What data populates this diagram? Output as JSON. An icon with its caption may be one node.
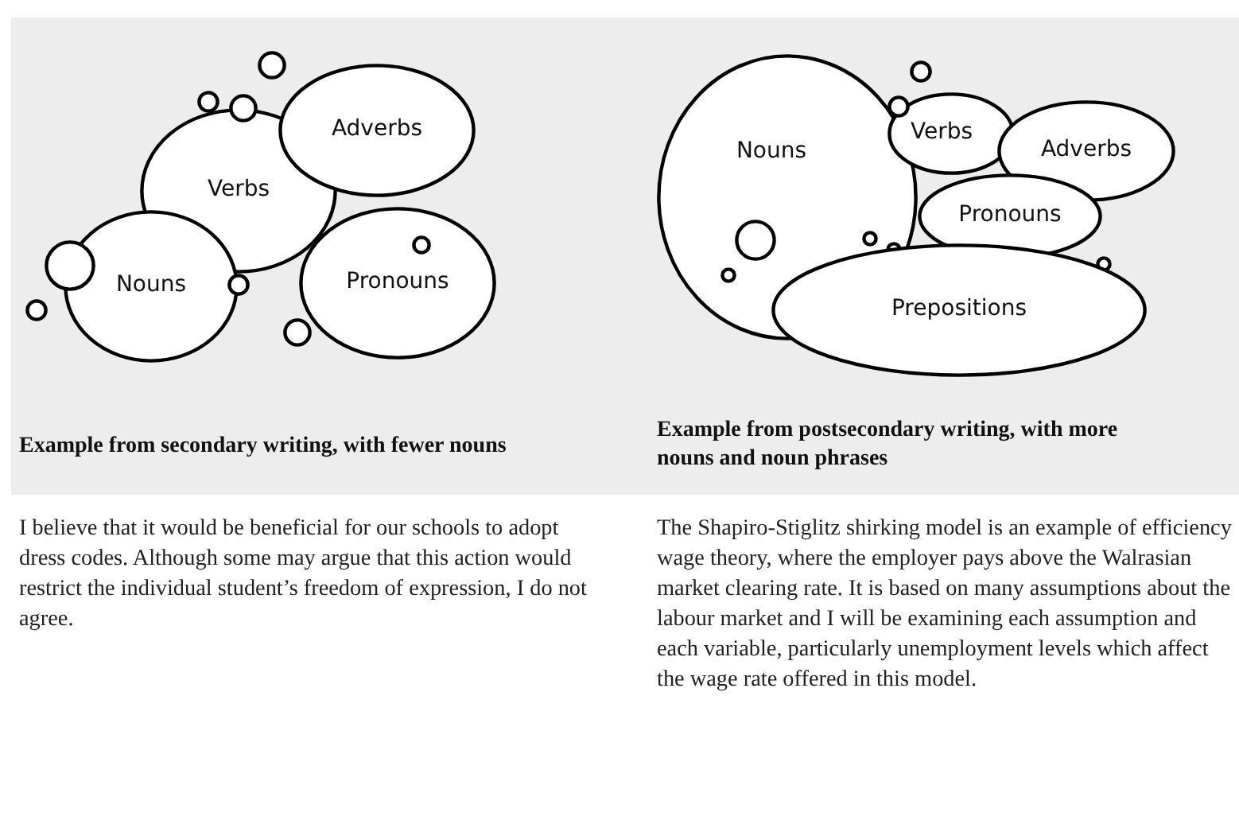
{
  "diagram": {
    "nodes": [
      {
        "text": [
          "Verbs"
        ]
      },
      {
        "text": [
          "Adverbs"
        ]
      },
      {
        "text": [
          "Nouns"
        ]
      },
      {
        "text": [
          "Pronouns"
        ]
      },
      {
        "text": [],
        "shape": "circle"
      },
      {
        "text": [],
        "shape": "circle"
      },
      {
        "text": [],
        "shape": "circle"
      },
      {
        "text": [],
        "shape": "circle",
        "in": 3
      },
      {
        "text": [],
        "shape": "circle"
      },
      {
        "text": [],
        "shape": "circle"
      },
      {
        "text": [],
        "shape": "circle"
      },
      {
        "text": [],
        "shape": "circle"
      },
      {
        "text": [
          "Nouns"
        ]
      },
      {
        "text": [
          "Verbs"
        ]
      },
      {
        "text": [
          "Adverbs"
        ]
      },
      {
        "text": [
          "Pronouns"
        ]
      },
      {
        "text": [
          "Prepositions"
        ]
      },
      {
        "text": [],
        "shape": "circle"
      },
      {
        "text": [],
        "shape": "circle"
      },
      {
        "text": [],
        "shape": "circle",
        "in": 12
      },
      {
        "text": [],
        "shape": "circle",
        "in": 12
      },
      {
        "text": [],
        "shape": "circle"
      },
      {
        "text": [],
        "shape": "circle"
      },
      {
        "text": [],
        "shape": "circle",
        "in": 12
      }
    ],
    "labels": [
      "Example from secondary writing, with fewer nouns",
      "Example from postsecondary writing, with more nouns and noun phrases",
      "I believe that it would be beneficial for our schools to adopt dress codes. Although some may argue that this action would restrict the individual student’s freedom of expression, I do not agree.",
      "The Shapiro-Stiglitz shirking model is an example of efficiency wage theory, where the employer pays above the Walrasian market clearing rate. It is based on many assumptions about the labour market and I will be examining each assumption and each variable, particularly unemployment levels which affect the wage rate offered in this model."
    ]
  }
}
